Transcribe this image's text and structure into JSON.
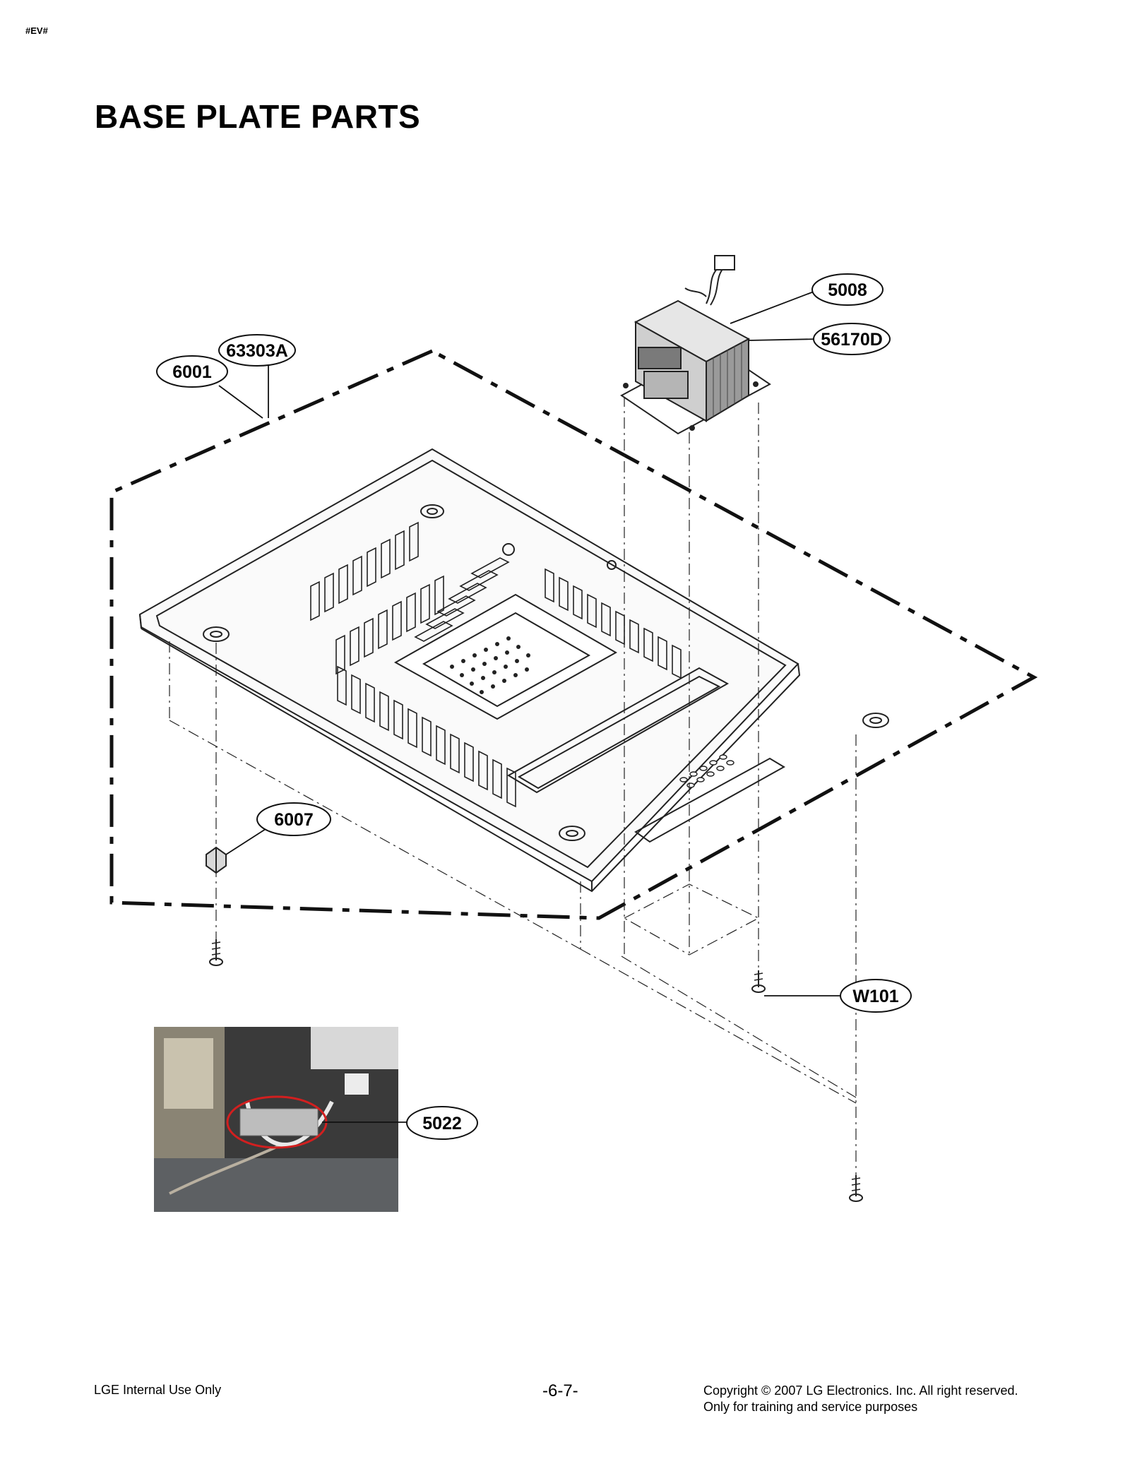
{
  "document": {
    "id_tag": "#EV#",
    "title": "BASE PLATE PARTS"
  },
  "callouts": {
    "c5008": "5008",
    "c56170D": "56170D",
    "c63303A": "63303A",
    "c6001": "6001",
    "c6007": "6007",
    "cW101": "W101",
    "c5022": "5022"
  },
  "footer": {
    "left": "LGE Internal Use Only",
    "page": "-6-7-",
    "copyright": "Copyright © 2007 LG Electronics. Inc. All right reserved.",
    "note": "Only for training and service purposes"
  }
}
